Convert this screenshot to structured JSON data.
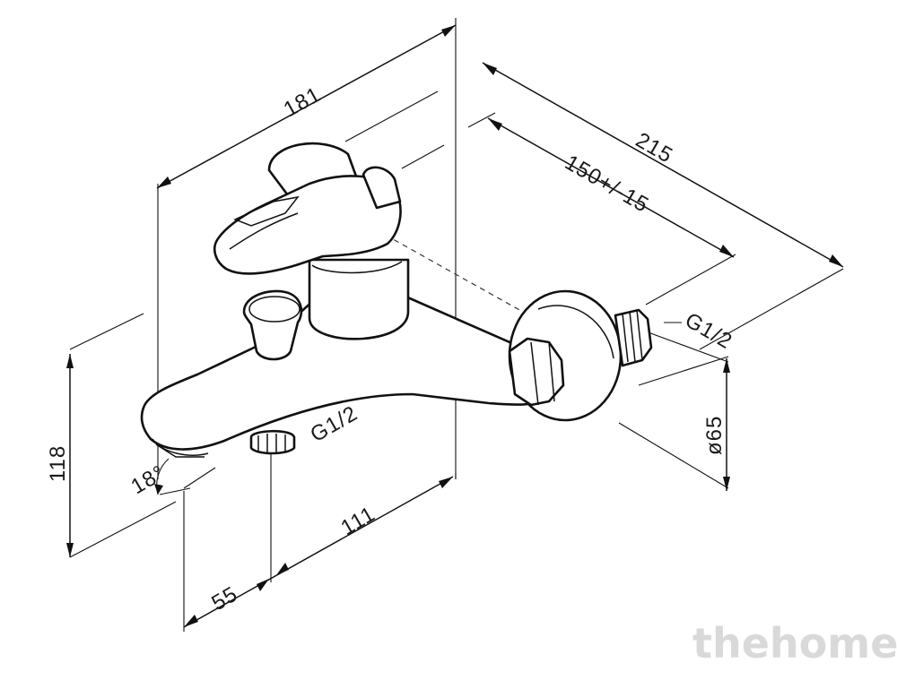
{
  "drawing": {
    "dimensions": {
      "overall_length": "181",
      "depth": "215",
      "center_distance": "150+/-15",
      "height": "118",
      "spout_angle": "18°",
      "spout_to_outlet": "55",
      "outlet_to_wall": "111",
      "flange_diameter": "ø65"
    },
    "threads": {
      "inlet_thread": "G1/2",
      "outlet_thread": "G1/2"
    },
    "watermark": "thehome"
  },
  "colors": {
    "line": "#111111",
    "background": "#ffffff",
    "watermark": "#d9d9d9"
  }
}
